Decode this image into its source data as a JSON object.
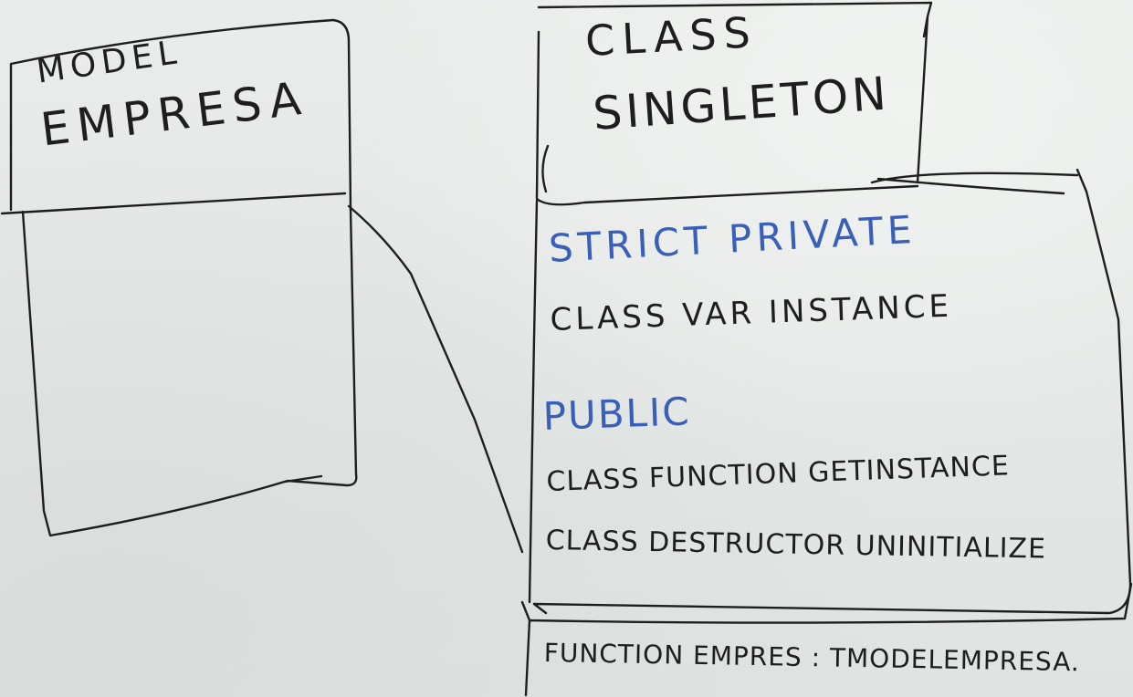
{
  "diagram": {
    "model_box": {
      "title_line1": "MODEL",
      "title_line2": "EMPRESA"
    },
    "singleton_box": {
      "title_line1": "CLASS",
      "title_line2": "SINGLETON",
      "sections": [
        {
          "label": "STRICT PRIVATE",
          "members": [
            "CLASS VAR INSTANCE"
          ]
        },
        {
          "label": "PUBLIC",
          "members": [
            "CLASS FUNCTION GETINSTANCE",
            "CLASS DESTRUCTOR UNINITIALIZE"
          ]
        }
      ],
      "footer": "FUNCTION EMPRES : TMODELEMPRESA."
    }
  },
  "colors": {
    "ink": "#1e1e1e",
    "blue_marker": "#3a5fb8",
    "board": "#e4e7e5"
  }
}
